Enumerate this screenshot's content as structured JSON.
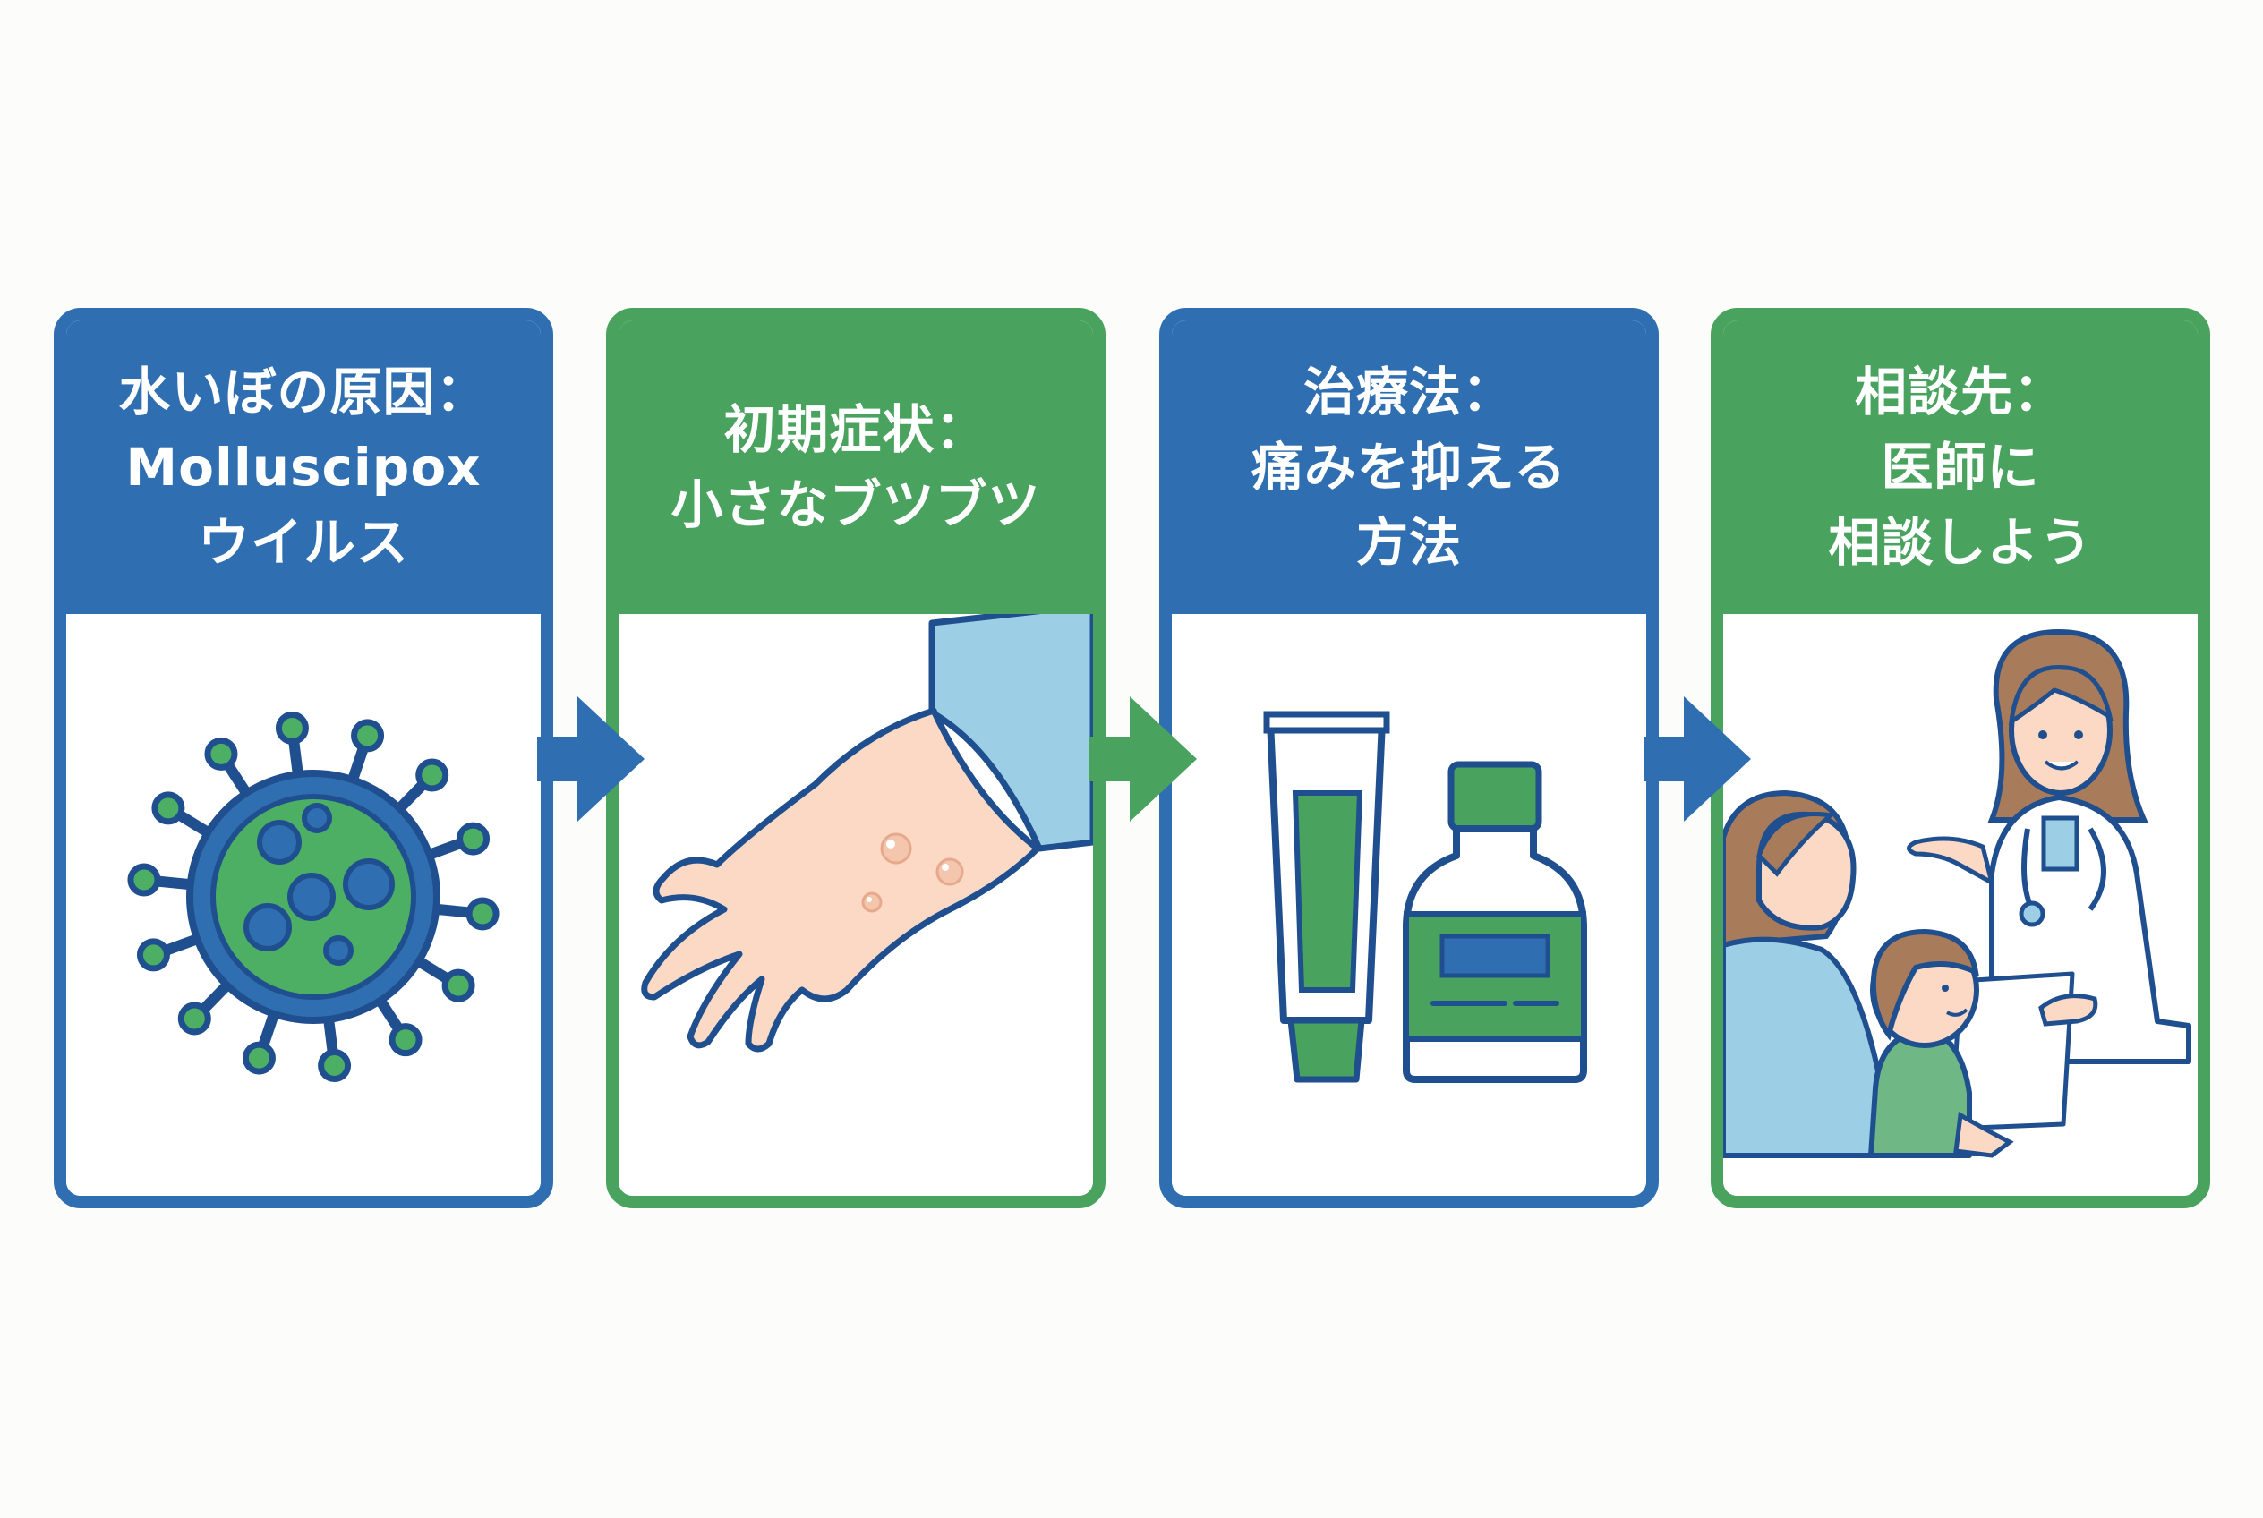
{
  "colors": {
    "blue": "#2f6fb1",
    "green": "#49a25e",
    "virus_green": "#4caf64",
    "light_blue": "#9ccfe6",
    "skin": "#fbd9c4"
  },
  "steps": [
    {
      "theme": "blue",
      "title_lines": [
        "水いぼの原因：",
        "Molluscipox",
        "ウイルス"
      ],
      "illustration": "virus-icon"
    },
    {
      "theme": "green",
      "title_lines": [
        "初期症状：",
        "小さなブツブツ"
      ],
      "illustration": "arm-with-bumps-icon"
    },
    {
      "theme": "blue",
      "title_lines": [
        "治療法：",
        "痛みを抑える",
        "方法"
      ],
      "illustration": "ointment-and-medicine-bottle-icon"
    },
    {
      "theme": "green",
      "title_lines": [
        "相談先：",
        "医師に",
        "相談しよう"
      ],
      "illustration": "doctor-consultation-icon"
    }
  ]
}
